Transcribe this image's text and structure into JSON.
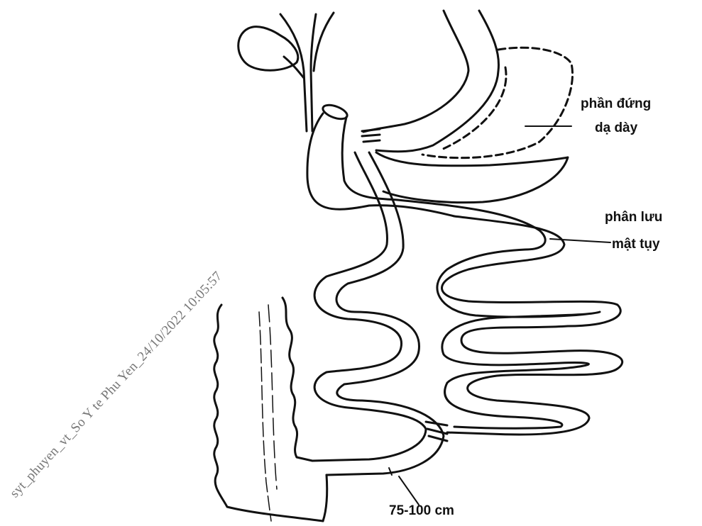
{
  "labels": {
    "stomach_top": "phần đứng",
    "stomach_bottom": "dạ dày",
    "bilio_top": "phân lưu",
    "bilio_bottom": "mật tụy",
    "length": "75-100 cm"
  },
  "watermark": "syt_phuyen_vt_So Y te Phu Yen_24/10/2022 10:05:57"
}
